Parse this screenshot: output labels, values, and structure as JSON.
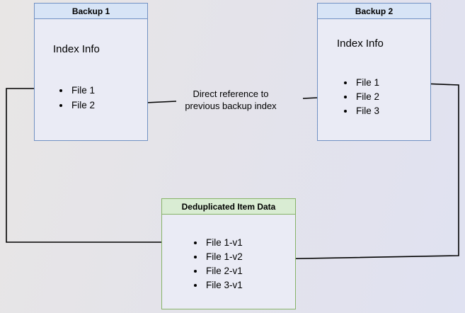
{
  "boxes": {
    "backup1": {
      "title": "Backup 1",
      "subtitle": "Index Info",
      "items": [
        "File 1",
        "File 2"
      ]
    },
    "backup2": {
      "title": "Backup 2",
      "subtitle": "Index Info",
      "items": [
        "File 1",
        "File 2",
        "File 3"
      ]
    },
    "dedup": {
      "title": "Deduplicated Item Data",
      "items": [
        "File 1-v1",
        "File 1-v2",
        "File 2-v1",
        "File 3-v1"
      ]
    }
  },
  "annotation": {
    "label": "Direct reference to previous backup index"
  },
  "colors": {
    "blue_header": "#d7e4f6",
    "blue_border": "#7191c3",
    "green_header": "#d9ecd3",
    "green_border": "#87b368",
    "box_fill": "#eaebf5",
    "line": "#000000"
  }
}
